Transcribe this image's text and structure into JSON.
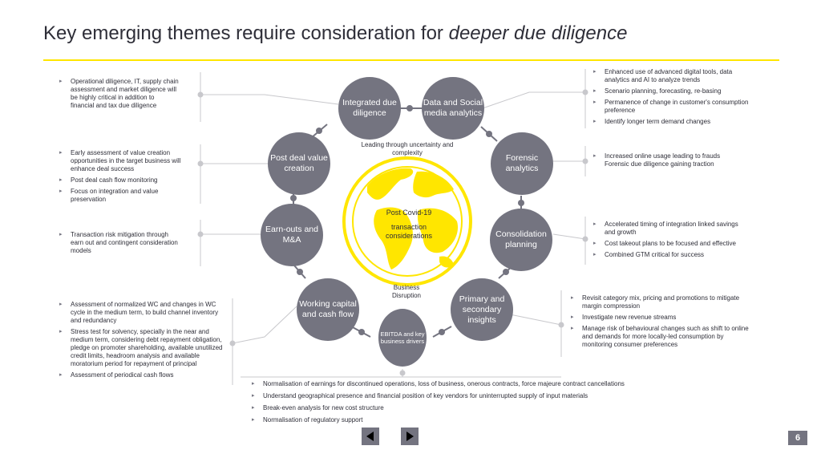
{
  "slide": {
    "title_main": "Key emerging themes require consideration for ",
    "title_emphasis": "deeper due diligence",
    "page_number": "6"
  },
  "colors": {
    "accent": "#ffe600",
    "node": "#747480",
    "text": "#2e2e38",
    "connector": "#c8c8cc"
  },
  "globe": {
    "top_label": "Leading through uncertainty and complexity",
    "center_line1": "Post Covid-19",
    "center_line2": "transaction considerations",
    "bottom_label": "Business Disruption"
  },
  "nodes": {
    "integrated": "Integrated due diligence",
    "data_social": "Data and Social media analytics",
    "forensic": "Forensic analytics",
    "consolidation": "Consolidation planning",
    "primary_secondary": "Primary and secondary insights",
    "ebitda": "EBITDA and key business drivers",
    "working_capital": "Working capital and cash flow",
    "earnouts": "Earn-outs and M&A",
    "post_deal": "Post deal value creation"
  },
  "callouts": {
    "integrated": [
      "Operational diligence, IT, supply chain assessment and market diligence will be highly critical in addition to financial and tax due diligence"
    ],
    "post_deal": [
      "Early assessment of value creation opportunities in the target business will enhance deal success",
      "Post deal cash flow monitoring",
      "Focus on integration and value preservation"
    ],
    "earnouts": [
      "Transaction risk mitigation through earn out and contingent consideration models"
    ],
    "working_capital": [
      "Assessment of normalized WC and changes in WC cycle in the medium term, to build channel inventory and redundancy",
      "Stress test for solvency, specially in the near and medium term, considering debt repayment obligation, pledge on promoter shareholding, available unutilized credit limits, headroom analysis and available moratorium period for repayment of principal",
      "Assessment of periodical cash flows"
    ],
    "data_social": [
      "Enhanced use of advanced digital tools, data analytics and AI to analyze trends",
      "Scenario planning, forecasting, re-basing",
      "Permanence of change in customer's consumption preference",
      "Identify longer term demand changes"
    ],
    "forensic": [
      "Increased online usage leading to frauds Forensic due diligence gaining traction"
    ],
    "consolidation": [
      "Accelerated timing of integration linked savings and growth",
      "Cost takeout plans to be focused and effective",
      "Combined GTM critical for success"
    ],
    "primary_secondary": [
      "Revisit category mix, pricing and promotions to mitigate margin compression",
      "Investigate new revenue streams",
      "Manage risk of behavioural changes such as shift to online and demands for more locally-led consumption by monitoring consumer preferences"
    ],
    "ebitda": [
      "Normalisation of earnings for discontinued operations, loss of business, onerous contracts, force majeure contract cancellations",
      "Understand geographical presence and financial position of key vendors for uninterrupted supply of input materials",
      "Break-even analysis for new cost structure",
      "Normalisation of regulatory support"
    ]
  },
  "navigation": {
    "prev_icon": "triangle-left-icon",
    "next_icon": "triangle-right-icon"
  }
}
